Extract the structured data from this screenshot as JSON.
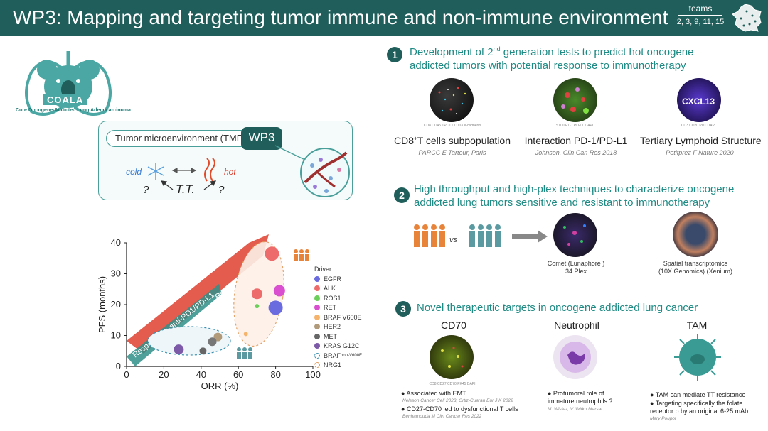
{
  "header": {
    "title": "WP3: Mapping and targeting tumor immune and non-immune environment",
    "teams_label": "teams",
    "teams_list": "2, 3, 9, 11, 15"
  },
  "logo": {
    "name": "COALA",
    "subtitle": "Cure Oncogene-Addicted Lung Adenocarcinoma"
  },
  "tme": {
    "pill_label": "Tumor microenvironment (TME)",
    "badge": "WP3",
    "cold": "cold",
    "hot": "hot",
    "tt": "T.T.",
    "question": "?"
  },
  "colors": {
    "header": "#1f5e5a",
    "accent": "#1e8a84",
    "hot": "#d83a2a",
    "cold": "#3a7bd5"
  },
  "chart_data": {
    "type": "scatter",
    "xlabel": "ORR (%)",
    "ylabel": "PFS (months)",
    "xlim": [
      0,
      100
    ],
    "ylim": [
      0,
      40
    ],
    "xticks": [
      0,
      20,
      40,
      60,
      80,
      100
    ],
    "yticks": [
      0,
      10,
      20,
      30,
      40
    ],
    "arrow_labels": [
      "Response to TT",
      "Response to anti-PD1/PD-L1"
    ],
    "legend_title": "Driver",
    "legend": [
      {
        "label": "EGFR",
        "color": "#6b6be0"
      },
      {
        "label": "ALK",
        "color": "#ee6b6b"
      },
      {
        "label": "ROS1",
        "color": "#6ccf5a"
      },
      {
        "label": "RET",
        "color": "#d94fd0"
      },
      {
        "label": "BRAF V600E",
        "color": "#f5b36b"
      },
      {
        "label": "HER2",
        "color": "#b09a7a"
      },
      {
        "label": "MET",
        "color": "#666666"
      },
      {
        "label": "KRAS G12C",
        "color": "#7c5aa8"
      },
      {
        "label": "BRAF",
        "sup": "non-V600E",
        "color": "ring"
      },
      {
        "label": "NRG1",
        "color": "ring2"
      }
    ],
    "points": [
      {
        "x": 78,
        "y": 36.5,
        "r": 10,
        "color": "#ee6b6b"
      },
      {
        "x": 70,
        "y": 23.5,
        "r": 7.5,
        "color": "#ee6b6b"
      },
      {
        "x": 82,
        "y": 24.5,
        "r": 8,
        "color": "#d94fd0"
      },
      {
        "x": 80,
        "y": 19,
        "r": 10,
        "color": "#6b6be0"
      },
      {
        "x": 70,
        "y": 19.5,
        "r": 3,
        "color": "#6ccf5a"
      },
      {
        "x": 64,
        "y": 10.5,
        "r": 3,
        "color": "#f5b36b"
      },
      {
        "x": 49,
        "y": 9.5,
        "r": 6,
        "color": "#b09a7a"
      },
      {
        "x": 46,
        "y": 8,
        "r": 6,
        "color": "#777777"
      },
      {
        "x": 41,
        "y": 5,
        "r": 5,
        "color": "#666666"
      },
      {
        "x": 28,
        "y": 5.5,
        "r": 7,
        "color": "#7c5aa8"
      }
    ]
  },
  "sections": [
    {
      "num": "1",
      "title_line1_pre": "Development of 2",
      "title_line1_sup": "nd",
      "title_line1_post": " generation tests to predict hot oncogene",
      "title_line2": "addicted tumors with potential response to immunotherapy",
      "items": [
        {
          "caption": "CD8 CD45 TPC1 CD103 e-cadherin",
          "title_pre": "CD8",
          "title_sup": "+",
          "title_post": "T cells subpopulation",
          "ref": "PARCC E Tartour, Paris"
        },
        {
          "caption": "S100 P1-1 PD-L1 DAPI",
          "title": "Interaction  PD-1/PD-L1",
          "ref": "Johnson, Clin Can Res 2018"
        },
        {
          "caption": "CD3 CD20 PD1 DAPI",
          "overlay": "CXCL13",
          "title": "Tertiary  Lymphoid Structure",
          "ref": "Petitprez F  Nature 2020"
        }
      ]
    },
    {
      "num": "2",
      "title_line1": "High throughput and high-plex techniques to characterize  oncogene",
      "title_line2": "addicted lung tumors sensitive and resistant to immunotherapy",
      "vs": "vs",
      "items": [
        {
          "line1": "Comet (Lunaphore )",
          "line2": "34 Plex"
        },
        {
          "line1": "Spatial transcriptomics",
          "line2": "(10X Genomics) (Xenium)"
        }
      ]
    },
    {
      "num": "3",
      "title_line1": "Novel therapeutic targets in oncogene addicted lung cancer",
      "items": [
        {
          "title": "CD70",
          "caption": "CD8 CD27 CD70 PK45 DAPI",
          "bullets": [
            {
              "text": "● Associated with EMT",
              "ref": "Nelsson Cancer Cell 2023,  Ortiz-Cuaran Eur J K 2022"
            },
            {
              "text": "● CD27-CD70  led to dysfunctional T cells",
              "ref": "Benhamouda  M Clin Cancer  Res 2022"
            }
          ]
        },
        {
          "title": "Neutrophil",
          "bullets": [
            {
              "text": "● Protumoral  role of",
              "ref": ""
            },
            {
              "text": "immature neutrophils ?",
              "ref": "M. Wislez, V. Witko Marsat"
            }
          ]
        },
        {
          "title": "TAM",
          "bullets": [
            {
              "text": "● TAM  can mediate  TT resistance",
              "ref": ""
            },
            {
              "text": "● Targeting specifically the folate",
              "ref": ""
            },
            {
              "text": "receptor b by an original 6-25 mAb",
              "ref": "Mary Poupot"
            }
          ]
        }
      ]
    }
  ]
}
